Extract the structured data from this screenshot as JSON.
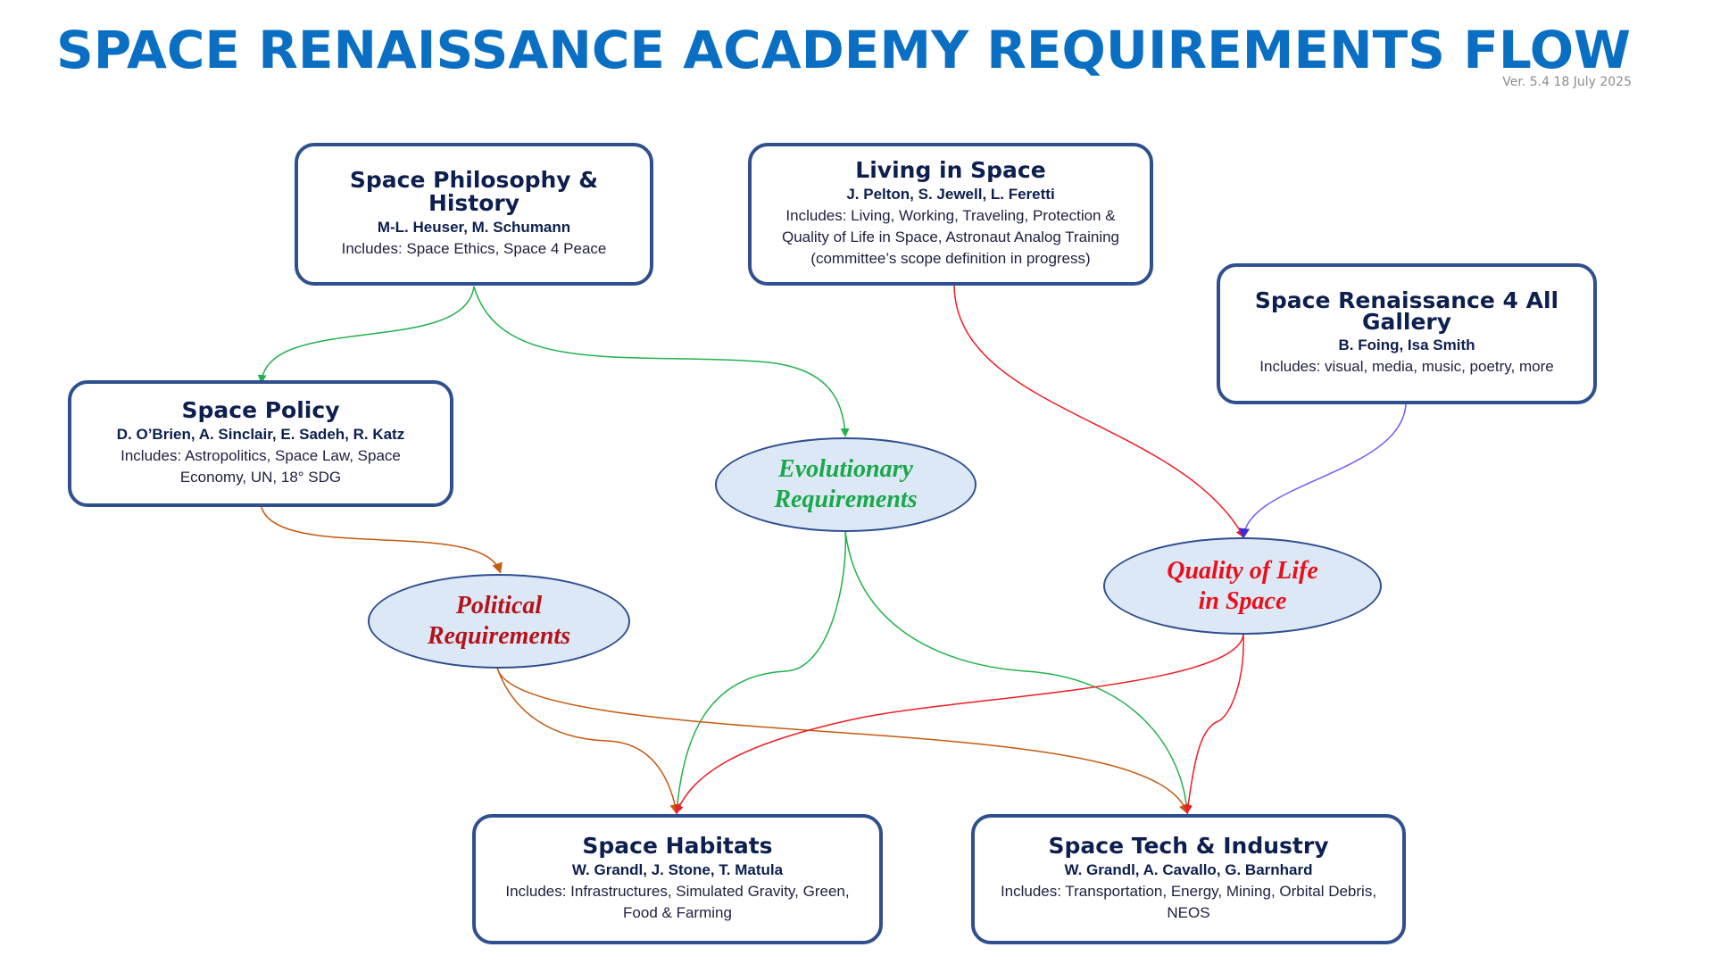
{
  "header": {
    "title": "SPACE RENAISSANCE ACADEMY REQUIREMENTS FLOW",
    "version": "Ver. 5.4 18 July 2025"
  },
  "boxes": {
    "philosophy": {
      "title": "Space Philosophy & History",
      "authors": "M-L. Heuser, M. Schumann",
      "desc": "Includes: Space Ethics, Space 4 Peace"
    },
    "living": {
      "title": "Living in Space",
      "authors": "J. Pelton, S. Jewell, L. Feretti",
      "desc": "Includes: Living, Working, Traveling, Protection &\nQuality of Life in Space, Astronaut Analog Training\n(committee’s scope definition in progress)"
    },
    "gallery": {
      "title": "Space Renaissance 4 All\nGallery",
      "authors": "B. Foing, Isa Smith",
      "desc": "Includes: visual, media, music, poetry, more"
    },
    "policy": {
      "title": "Space Policy",
      "authors": "D. O’Brien, A. Sinclair, E. Sadeh, R. Katz",
      "desc": "Includes: Astropolitics, Space Law, Space\nEconomy, UN, 18° SDG"
    },
    "habitats": {
      "title": "Space Habitats",
      "authors": "W. Grandl, J. Stone, T. Matula",
      "desc": "Includes: Infrastructures, Simulated Gravity, Green,\nFood & Farming"
    },
    "tech": {
      "title": "Space Tech & Industry",
      "authors": "W. Grandl, A. Cavallo, G. Barnhard",
      "desc": "Includes: Transportation, Energy, Mining, Orbital Debris,\nNEOS"
    }
  },
  "requirements": {
    "evolutionary": {
      "label": "Evolutionary\nRequirements",
      "color": "#1aa84a"
    },
    "political": {
      "label": "Political\nRequirements",
      "color": "#b5121b"
    },
    "quality": {
      "label": "Quality of Life\nin Space",
      "color": "#e8101a"
    }
  },
  "colors": {
    "title": "#0a6fc2",
    "box_border": "#2f4f8f",
    "ellipse_fill": "#dce8f5",
    "link_green": "#22b14c",
    "link_orange": "#c55a11",
    "link_red": "#ee1c24",
    "link_purple": "#6b5cff"
  }
}
